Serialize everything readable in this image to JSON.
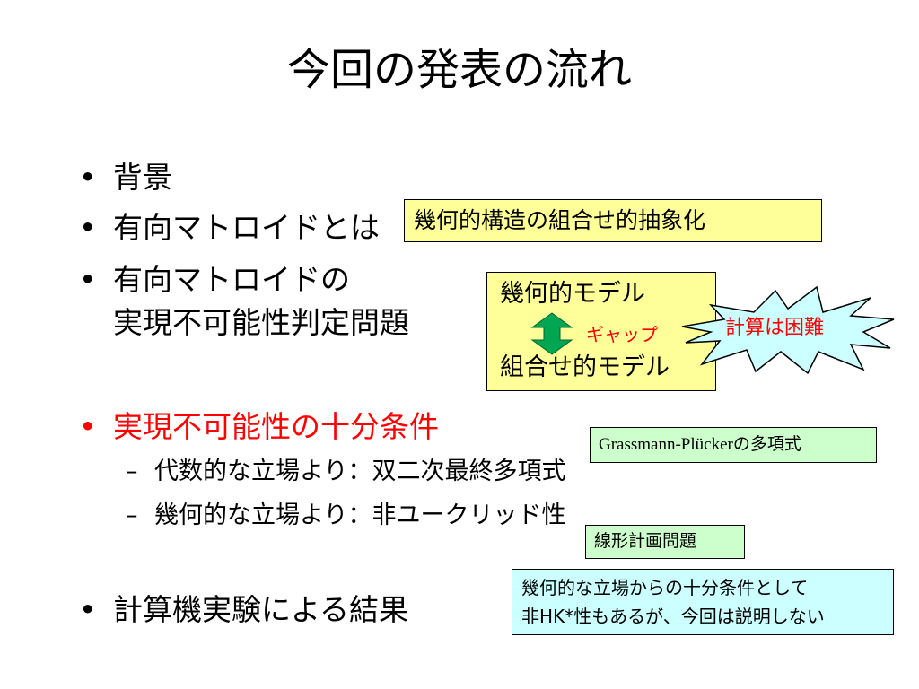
{
  "slide": {
    "title": "今回の発表の流れ",
    "bullets": [
      {
        "marker": "•",
        "text": "背景"
      },
      {
        "marker": "•",
        "text": "有向マトロイドとは"
      },
      {
        "marker": "•",
        "line1": "有向マトロイドの",
        "line2": "実現不可能性判定問題"
      },
      {
        "marker": "•",
        "text": "実現不可能性の十分条件"
      },
      {
        "marker": "•",
        "text": "計算機実験による結果"
      }
    ],
    "sub_bullets": [
      {
        "marker": "–",
        "text": "代数的な立場より：双二次最終多項式"
      },
      {
        "marker": "–",
        "text": "幾何的な立場より：非ユークリッド性"
      }
    ],
    "callouts": {
      "abstraction": "幾何的構造の組合せ的抽象化",
      "geometric_model": "幾何的モデル",
      "combinatorial_model": "組合せ的モデル",
      "gap": "ギャップ",
      "hard": "計算は困難",
      "grassmann": "Grassmann-Plückerの多項式",
      "linear_programming": "線形計画問題",
      "note_line1": "幾何的な立場からの十分条件として",
      "note_line2": "非HK*性もあるが、今回は説明しない"
    },
    "colors": {
      "yellow_box": "#ffff99",
      "green_box": "#ccffcc",
      "cyan_box": "#ccffff",
      "highlight_text": "#ff0000",
      "arrow": "#00a651"
    }
  }
}
